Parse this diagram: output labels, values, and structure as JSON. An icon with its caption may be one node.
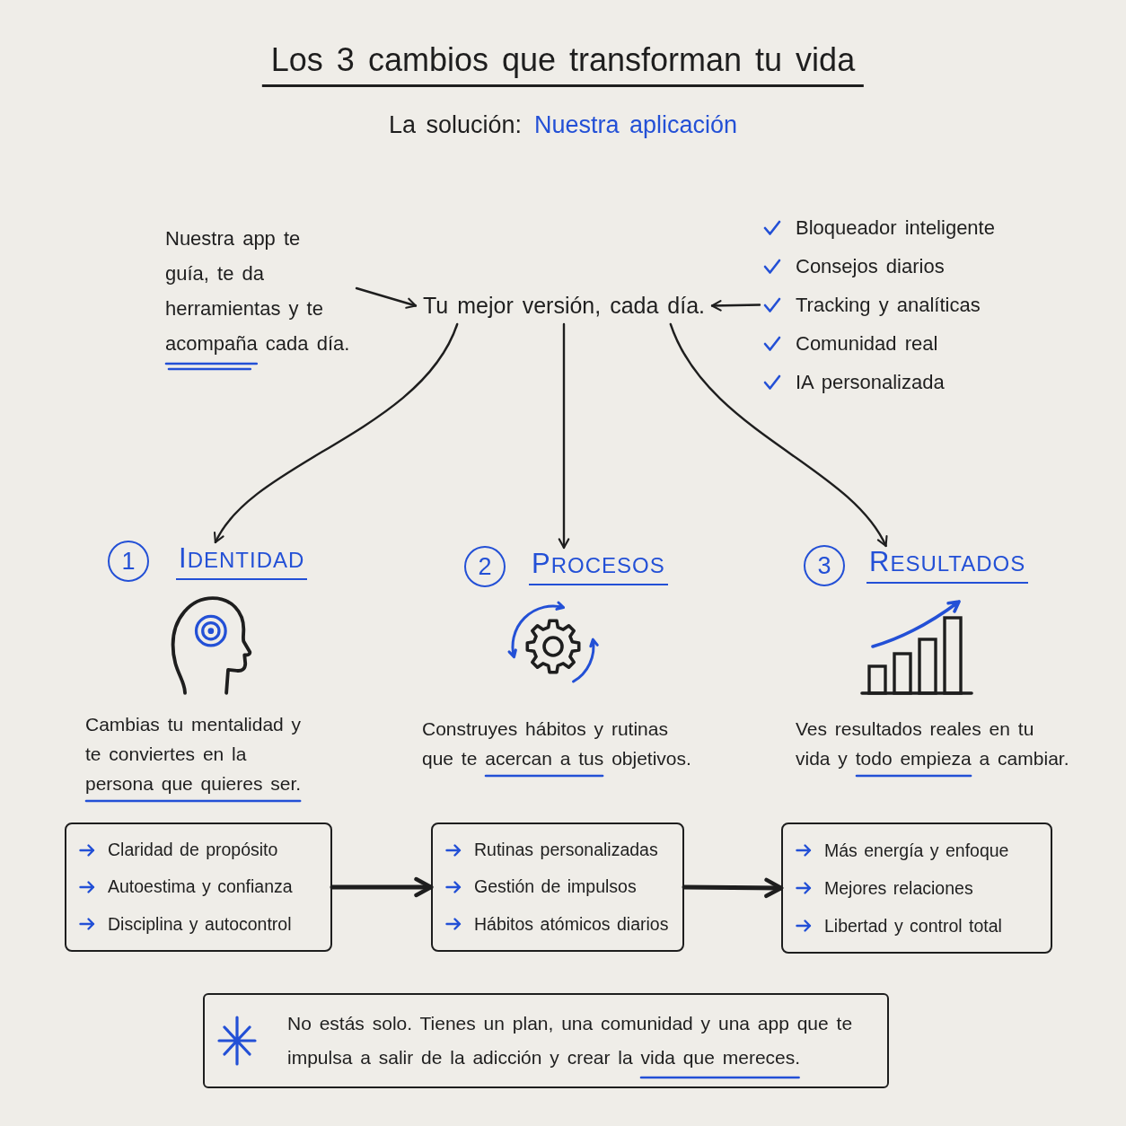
{
  "diagram": {
    "title": "Los 3 cambios que transforman tu vida",
    "nodes": [
      {
        "text": [
          "Nuestra app te guía, te da herramientas y te acompaña cada día."
        ]
      },
      {
        "text": [
          "Tu mejor versión, cada día."
        ]
      },
      {
        "text": [
          "Bloqueador inteligente",
          "Consejos diarios",
          "Tracking y analíticas",
          "Comunidad real",
          "IA personalizada"
        ]
      },
      {
        "text": [
          "1"
        ]
      },
      {
        "text": [
          "IDENTIDAD"
        ]
      },
      {
        "text": [
          "2"
        ]
      },
      {
        "text": [
          "PROCESOS"
        ]
      },
      {
        "text": [
          "3"
        ]
      },
      {
        "text": [
          "RESULTADOS"
        ]
      },
      {
        "text": [
          "Claridad de propósito",
          "Autoestima y confianza",
          "Disciplina y autocontrol"
        ]
      },
      {
        "text": [
          "Rutinas personalizadas",
          "Gestión de impulsos",
          "Hábitos atómicos diarios"
        ]
      },
      {
        "text": [
          "Más energía y enfoque",
          "Mejores relaciones",
          "Libertad y control total"
        ]
      },
      {
        "text": [
          "No estás solo. Tienes un plan, una comunidad y una app que te impulsa a salir de la adicción y crear la vida que mereces."
        ]
      }
    ],
    "edges": [
      {
        "from": 0,
        "to": 1,
        "arrow": "to"
      },
      {
        "from": 2,
        "to": 1,
        "arrow": "to"
      },
      {
        "from": 1,
        "to": 4,
        "arrow": "to"
      },
      {
        "from": 1,
        "to": 6,
        "arrow": "to"
      },
      {
        "from": 1,
        "to": 8,
        "arrow": "to"
      },
      {
        "from": 9,
        "to": 10,
        "arrow": "to",
        "style": "thick"
      },
      {
        "from": 10,
        "to": 11,
        "arrow": "to",
        "style": "thick"
      }
    ],
    "labels": [
      "La solución:",
      "Nuestra aplicación",
      "Cambias tu mentalidad y te conviertes en la persona que quieres ser.",
      "Construyes hábitos y rutinas que te acercan a tus objetivos.",
      "Ves resultados reales en tu vida y todo empieza a cambiar."
    ]
  }
}
